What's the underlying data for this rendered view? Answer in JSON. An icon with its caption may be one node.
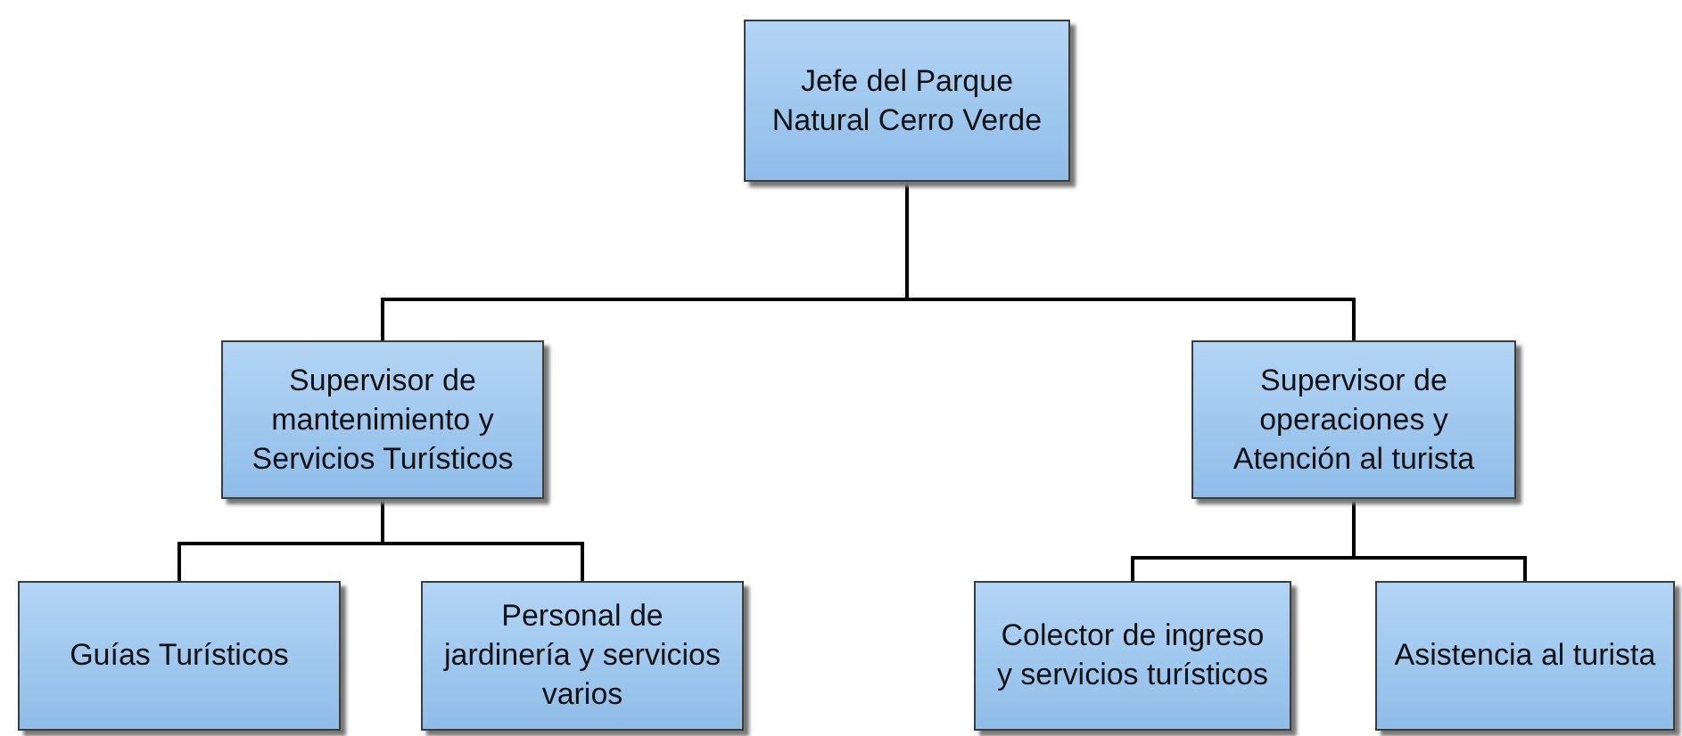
{
  "diagram": {
    "nodes": [
      {
        "text": [
          "Jefe del Parque Natural Cerro Verde"
        ]
      },
      {
        "text": [
          "Supervisor de mantenimiento y Servicios Turísticos"
        ]
      },
      {
        "text": [
          "Supervisor de operaciones y Atención al turista"
        ]
      },
      {
        "text": [
          "Guías Turísticos"
        ]
      },
      {
        "text": [
          "Personal de jardinería y servicios varios"
        ]
      },
      {
        "text": [
          "Colector de ingreso y servicios turísticos"
        ]
      },
      {
        "text": [
          "Asistencia al turista"
        ]
      }
    ],
    "edges": [
      {
        "from": 0,
        "to": 1,
        "arrow": "none"
      },
      {
        "from": 0,
        "to": 2,
        "arrow": "none"
      },
      {
        "from": 1,
        "to": 3,
        "arrow": "none"
      },
      {
        "from": 1,
        "to": 4,
        "arrow": "none"
      },
      {
        "from": 2,
        "to": 5,
        "arrow": "none"
      },
      {
        "from": 2,
        "to": 6,
        "arrow": "none"
      }
    ]
  }
}
